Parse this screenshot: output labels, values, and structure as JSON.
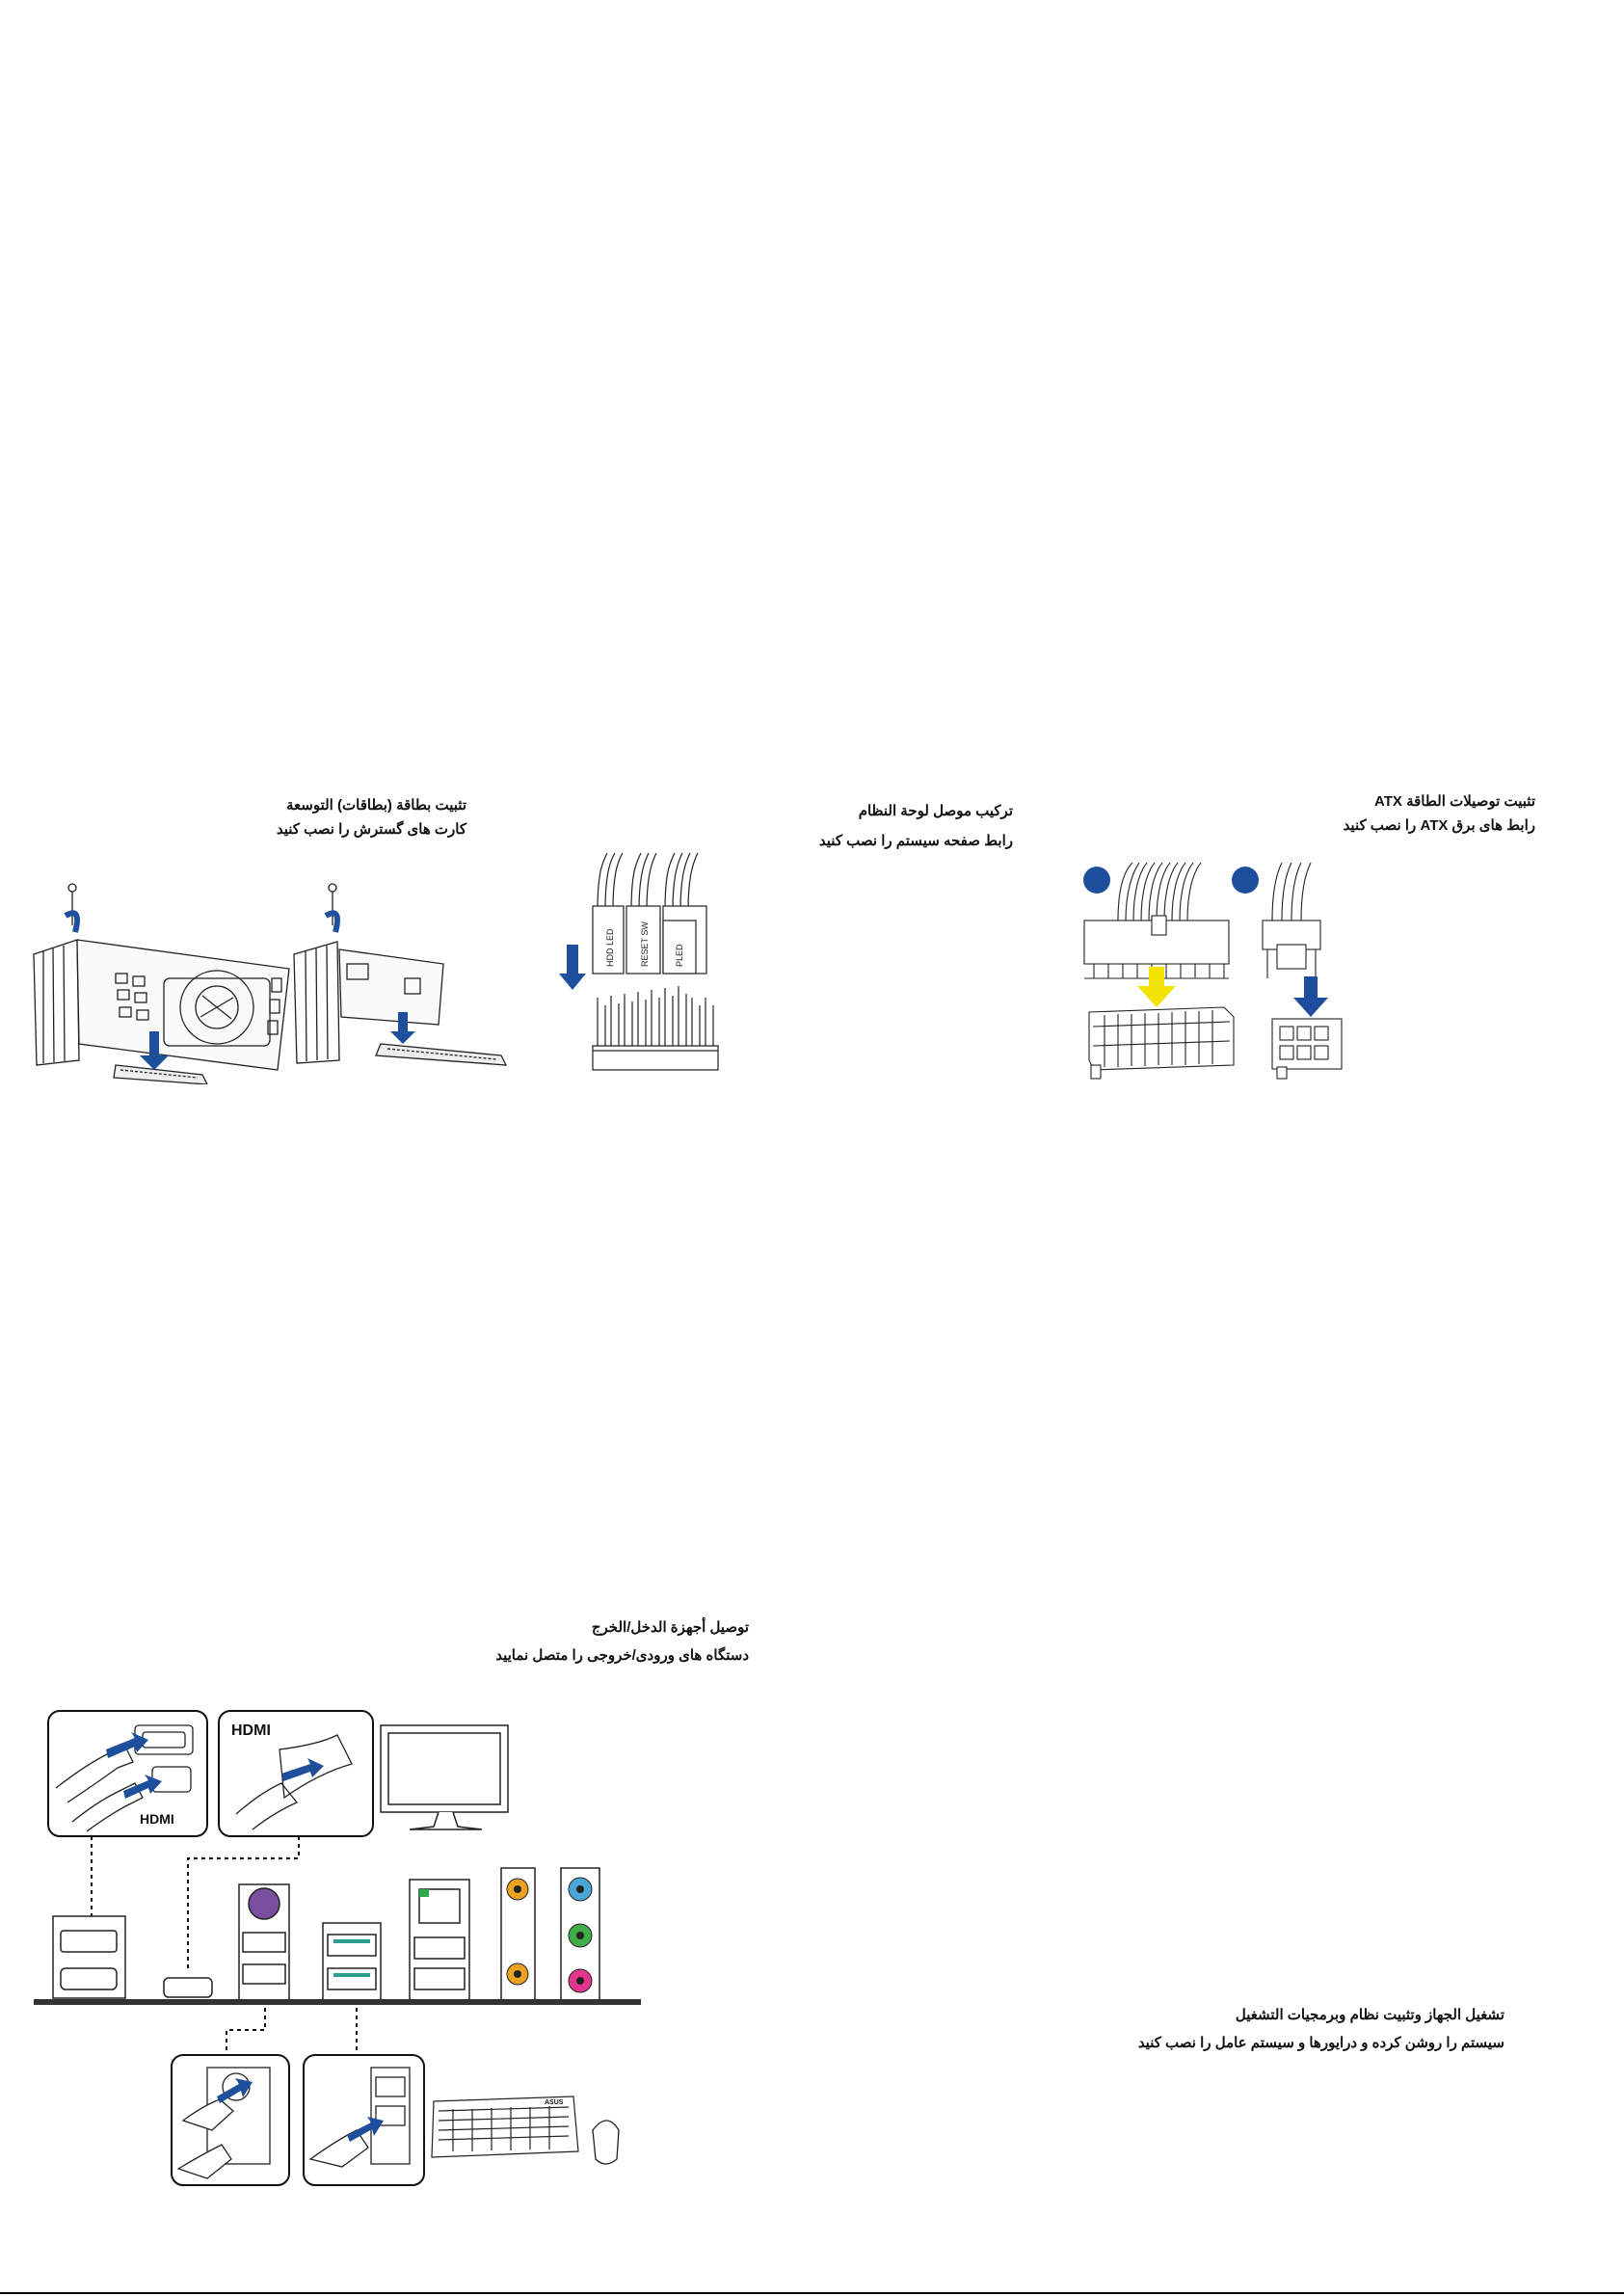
{
  "sections": {
    "expansion": {
      "title": "تثبيت بطاقة (بطاقات) التوسعة",
      "subtitle": "کارت های گسترش را نصب کنید"
    },
    "panel": {
      "title": "تركيب موصل لوحة النظام",
      "subtitle": "رابط صفحه سیستم را نصب کنید",
      "pin_labels": [
        "HDD LED",
        "RESET SW",
        "PLED"
      ]
    },
    "atx": {
      "title": "تثبيت توصيلات الطاقة ATX",
      "subtitle": "رابط های برق ATX را نصب کنید"
    },
    "io": {
      "title": "توصيل أجهزة الدخل/الخرج",
      "subtitle": "دستگاه های ورودی/خروجی را متصل نمایید",
      "hdmi_logo": "HDMI",
      "brand": "ASUS"
    },
    "power_on": {
      "title": "تشغيل الجهاز وتثبيت نظام وبرمجيات التشغيل",
      "subtitle": "سیستم را روشن کرده و درایورها و سیستم عامل را نصب کنید"
    }
  },
  "colors": {
    "accent_blue": "#1e4f9c",
    "arrow_yellow": "#f2e300",
    "psu_green": "#2fa84a",
    "ps2_purple": "#7b4fa0",
    "audio_orange": "#e8a21c",
    "audio_blue": "#4aa6d6",
    "audio_green": "#3fae49",
    "audio_pink": "#e3348f",
    "usb_teal": "#2a9f8f"
  }
}
